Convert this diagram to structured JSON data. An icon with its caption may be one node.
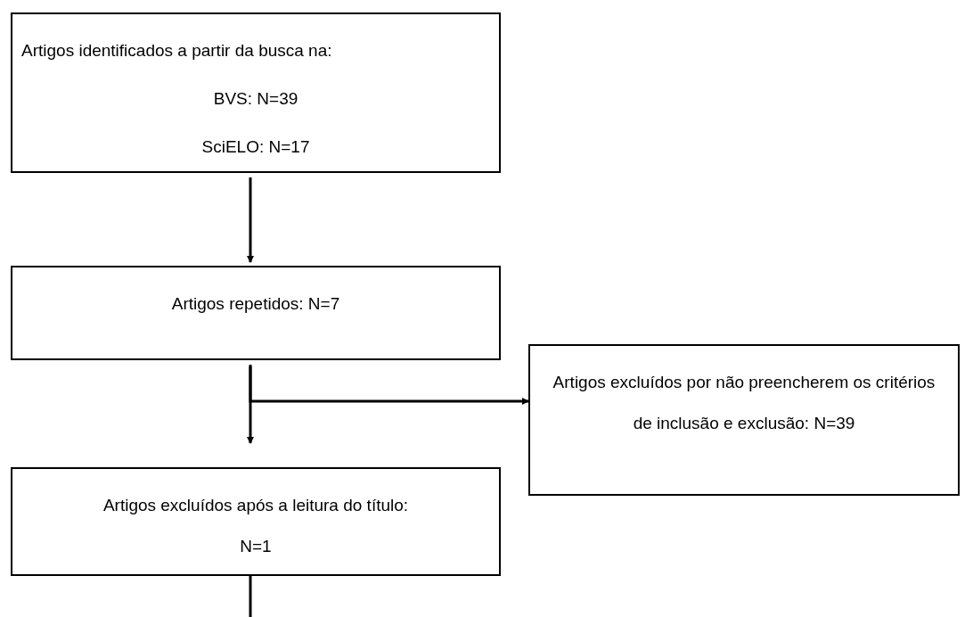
{
  "diagram": {
    "nodes": [
      {
        "text": [
          "Artigos identificados a partir da busca na:",
          "BVS: N=39",
          "SciELO: N=17"
        ]
      },
      {
        "text": [
          "Artigos repetidos: N=7"
        ]
      },
      {
        "text": [
          "Artigos excluídos por não preencherem os critérios de inclusão e exclusão: N=39"
        ]
      },
      {
        "text": [
          "Artigos excluídos após a leitura do título:",
          "N=1"
        ]
      }
    ],
    "edges": [
      {
        "from": 0,
        "to": 1,
        "arrow": "to"
      },
      {
        "from": 1,
        "to": 3,
        "arrow": "to"
      },
      {
        "from": 1,
        "to": 2,
        "arrow": "to"
      },
      {
        "from": 3,
        "to": null,
        "arrow": "none"
      }
    ]
  }
}
